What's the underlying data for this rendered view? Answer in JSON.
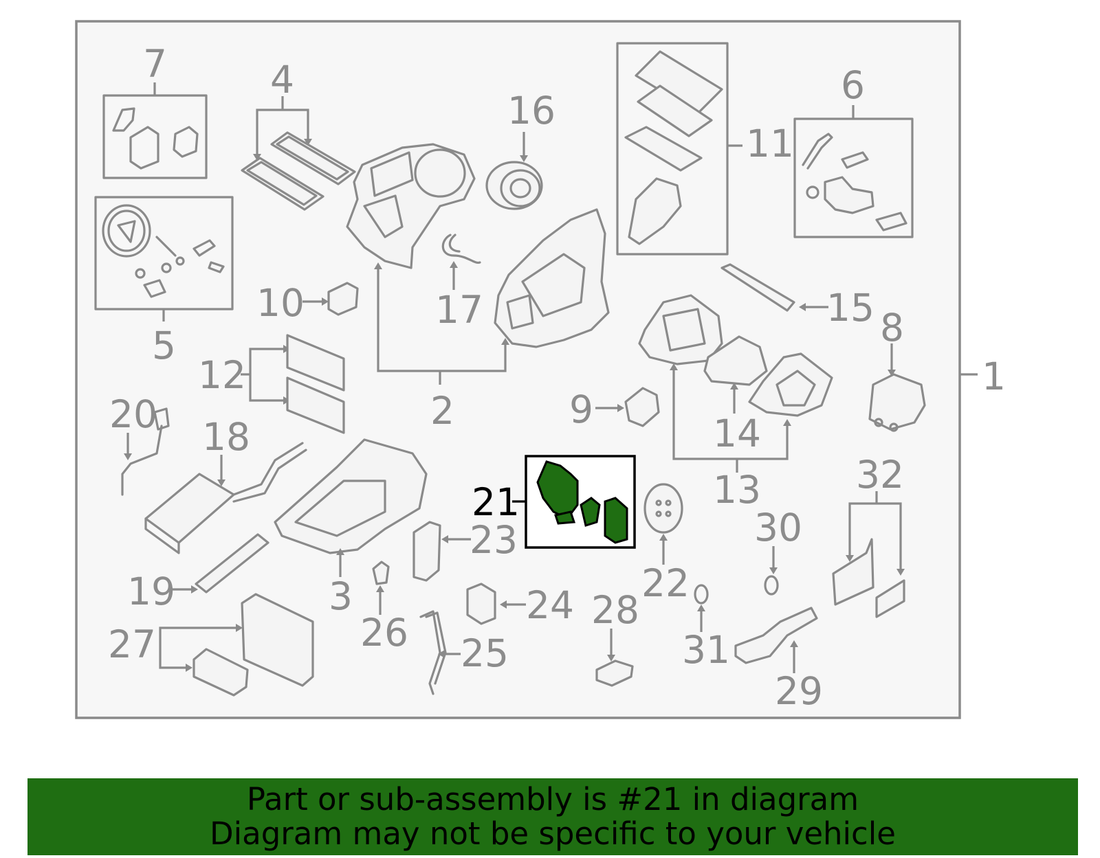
{
  "diagram": {
    "callouts": [
      {
        "id": "1",
        "text": "1"
      },
      {
        "id": "2",
        "text": "2"
      },
      {
        "id": "3",
        "text": "3"
      },
      {
        "id": "4",
        "text": "4"
      },
      {
        "id": "5",
        "text": "5"
      },
      {
        "id": "6",
        "text": "6"
      },
      {
        "id": "7",
        "text": "7"
      },
      {
        "id": "8",
        "text": "8"
      },
      {
        "id": "9",
        "text": "9"
      },
      {
        "id": "10",
        "text": "10"
      },
      {
        "id": "11",
        "text": "11"
      },
      {
        "id": "12",
        "text": "12"
      },
      {
        "id": "13",
        "text": "13"
      },
      {
        "id": "14",
        "text": "14"
      },
      {
        "id": "15",
        "text": "15"
      },
      {
        "id": "16",
        "text": "16"
      },
      {
        "id": "17",
        "text": "17"
      },
      {
        "id": "18",
        "text": "18"
      },
      {
        "id": "19",
        "text": "19"
      },
      {
        "id": "20",
        "text": "20"
      },
      {
        "id": "21",
        "text": "21",
        "highlighted": true
      },
      {
        "id": "22",
        "text": "22"
      },
      {
        "id": "23",
        "text": "23"
      },
      {
        "id": "24",
        "text": "24"
      },
      {
        "id": "25",
        "text": "25"
      },
      {
        "id": "26",
        "text": "26"
      },
      {
        "id": "27",
        "text": "27"
      },
      {
        "id": "28",
        "text": "28"
      },
      {
        "id": "29",
        "text": "29"
      },
      {
        "id": "30",
        "text": "30"
      },
      {
        "id": "31",
        "text": "31"
      },
      {
        "id": "32",
        "text": "32"
      }
    ],
    "highlight_color": "#1f6e12",
    "line_color": "#8a8a8a",
    "label_color": "#8c8c8c"
  },
  "banner": {
    "line1": "Part or sub-assembly is #21 in diagram",
    "line2": "Diagram may not be specific to your vehicle",
    "background": "#1f6e12"
  }
}
